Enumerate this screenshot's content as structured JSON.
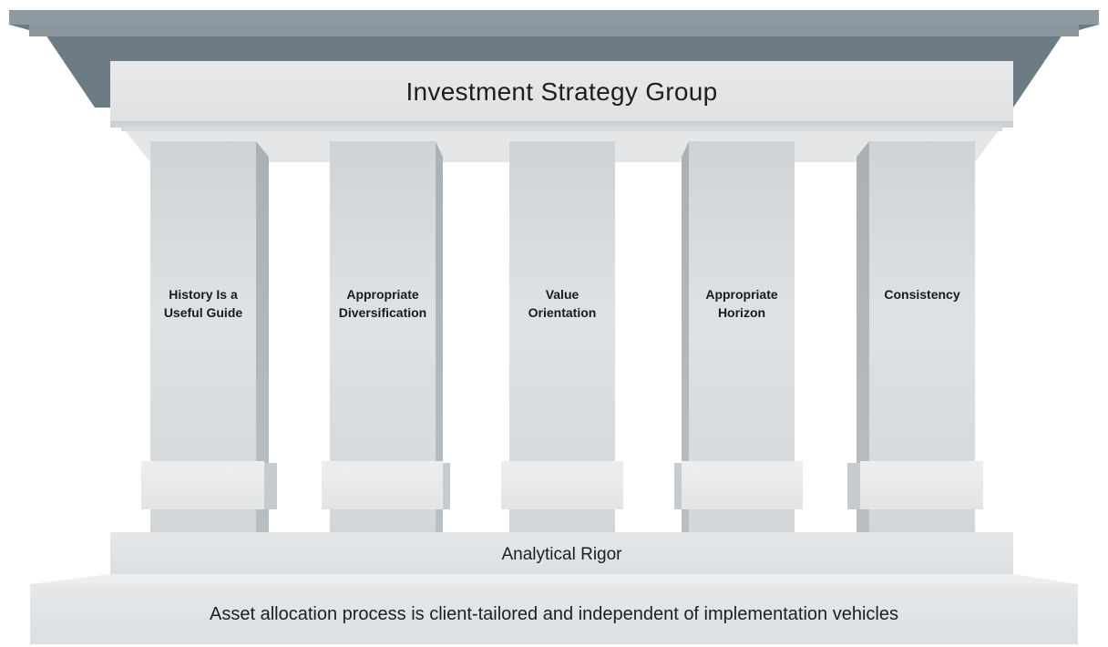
{
  "title": "Investment Strategy Group",
  "pillars": [
    {
      "line1": "History Is a",
      "line2": "Useful Guide"
    },
    {
      "line1": "Appropriate",
      "line2": "Diversification"
    },
    {
      "line1": "Value",
      "line2": "Orientation"
    },
    {
      "line1": "Appropriate",
      "line2": "Horizon"
    },
    {
      "line1": "Consistency",
      "line2": ""
    }
  ],
  "base_label": "Analytical Rigor",
  "foundation_label": "Asset allocation process is client-tailored and independent of implementation vehicles",
  "colors": {
    "roof_dark": "#6c7b84",
    "roof_light": "#8d9aa2",
    "stone_light": "#e3e5e7",
    "stone_mid": "#d3d6d9",
    "stone_shadow": "#b3bbbf"
  }
}
